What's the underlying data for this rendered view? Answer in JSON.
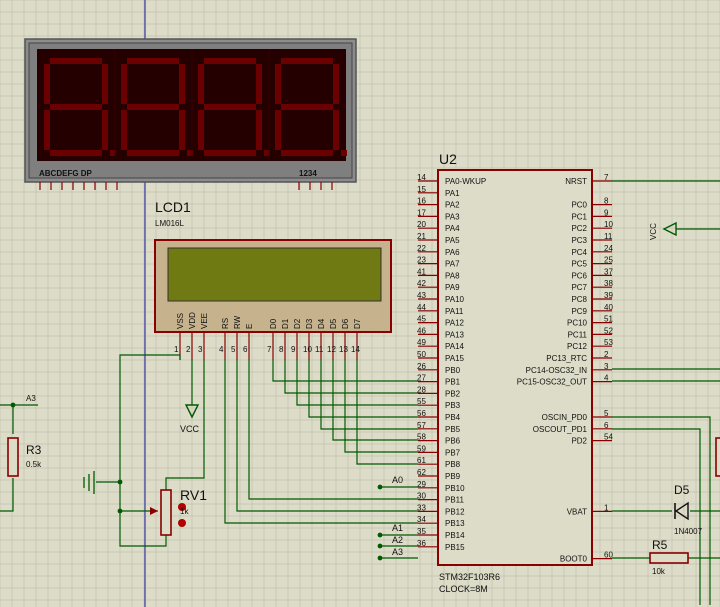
{
  "seven_segment": {
    "segment_label": "ABCDEFG DP",
    "digit_label": "1234"
  },
  "lcd": {
    "ref": "LCD1",
    "part": "LM016L",
    "pins": [
      {
        "name": "VSS",
        "num": "1"
      },
      {
        "name": "VDD",
        "num": "2"
      },
      {
        "name": "VEE",
        "num": "3"
      },
      {
        "name": "RS",
        "num": "4"
      },
      {
        "name": "RW",
        "num": "5"
      },
      {
        "name": "E",
        "num": "6"
      },
      {
        "name": "D0",
        "num": "7"
      },
      {
        "name": "D1",
        "num": "8"
      },
      {
        "name": "D2",
        "num": "9"
      },
      {
        "name": "D3",
        "num": "10"
      },
      {
        "name": "D4",
        "num": "11"
      },
      {
        "name": "D5",
        "num": "12"
      },
      {
        "name": "D6",
        "num": "13"
      },
      {
        "name": "D7",
        "num": "14"
      }
    ]
  },
  "mcu": {
    "ref": "U2",
    "part": "STM32F103R6",
    "clock": "CLOCK=8M",
    "left_pins": [
      {
        "num": "14",
        "name": "PA0-WKUP"
      },
      {
        "num": "15",
        "name": "PA1"
      },
      {
        "num": "16",
        "name": "PA2"
      },
      {
        "num": "17",
        "name": "PA3"
      },
      {
        "num": "20",
        "name": "PA4"
      },
      {
        "num": "21",
        "name": "PA5"
      },
      {
        "num": "22",
        "name": "PA6"
      },
      {
        "num": "23",
        "name": "PA7"
      },
      {
        "num": "41",
        "name": "PA8"
      },
      {
        "num": "42",
        "name": "PA9"
      },
      {
        "num": "43",
        "name": "PA10"
      },
      {
        "num": "44",
        "name": "PA11"
      },
      {
        "num": "45",
        "name": "PA12"
      },
      {
        "num": "46",
        "name": "PA13"
      },
      {
        "num": "49",
        "name": "PA14"
      },
      {
        "num": "50",
        "name": "PA15"
      },
      {
        "num": "26",
        "name": "PB0"
      },
      {
        "num": "27",
        "name": "PB1"
      },
      {
        "num": "28",
        "name": "PB2"
      },
      {
        "num": "55",
        "name": "PB3"
      },
      {
        "num": "56",
        "name": "PB4"
      },
      {
        "num": "57",
        "name": "PB5"
      },
      {
        "num": "58",
        "name": "PB6"
      },
      {
        "num": "59",
        "name": "PB7"
      },
      {
        "num": "61",
        "name": "PB8"
      },
      {
        "num": "62",
        "name": "PB9"
      },
      {
        "num": "29",
        "name": "PB10"
      },
      {
        "num": "30",
        "name": "PB11"
      },
      {
        "num": "33",
        "name": "PB12"
      },
      {
        "num": "34",
        "name": "PB13"
      },
      {
        "num": "35",
        "name": "PB14"
      },
      {
        "num": "36",
        "name": "PB15"
      }
    ],
    "right_pins": [
      {
        "num": "7",
        "name": "NRST",
        "row": 0
      },
      {
        "num": "8",
        "name": "PC0",
        "row": 2
      },
      {
        "num": "9",
        "name": "PC1",
        "row": 3
      },
      {
        "num": "10",
        "name": "PC2",
        "row": 4
      },
      {
        "num": "11",
        "name": "PC3",
        "row": 5
      },
      {
        "num": "24",
        "name": "PC4",
        "row": 6
      },
      {
        "num": "25",
        "name": "PC5",
        "row": 7
      },
      {
        "num": "37",
        "name": "PC6",
        "row": 8
      },
      {
        "num": "38",
        "name": "PC7",
        "row": 9
      },
      {
        "num": "39",
        "name": "PC8",
        "row": 10
      },
      {
        "num": "40",
        "name": "PC9",
        "row": 11
      },
      {
        "num": "51",
        "name": "PC10",
        "row": 12
      },
      {
        "num": "52",
        "name": "PC11",
        "row": 13
      },
      {
        "num": "53",
        "name": "PC12",
        "row": 14
      },
      {
        "num": "2",
        "name": "PC13_RTC",
        "row": 15
      },
      {
        "num": "3",
        "name": "PC14-OSC32_IN",
        "row": 16
      },
      {
        "num": "4",
        "name": "PC15-OSC32_OUT",
        "row": 17
      },
      {
        "num": "5",
        "name": "OSCIN_PD0",
        "row": 20
      },
      {
        "num": "6",
        "name": "OSCOUT_PD1",
        "row": 21
      },
      {
        "num": "54",
        "name": "PD2",
        "row": 22
      },
      {
        "num": "1",
        "name": "VBAT",
        "row": 28
      },
      {
        "num": "60",
        "name": "BOOT0",
        "row": 32
      }
    ]
  },
  "net_labels": {
    "a0": "A0",
    "a1": "A1",
    "a2": "A2",
    "a3_left": "A3",
    "a3_bottom": "A3"
  },
  "vcc_lcd": "VCC",
  "vcc_right": "VCC",
  "r3": {
    "ref": "R3",
    "value": "0.5k"
  },
  "rv1": {
    "ref": "RV1",
    "value": "1k"
  },
  "d5": {
    "ref": "D5",
    "value": "1N4007"
  },
  "r5": {
    "ref": "R5",
    "value": "10k"
  }
}
